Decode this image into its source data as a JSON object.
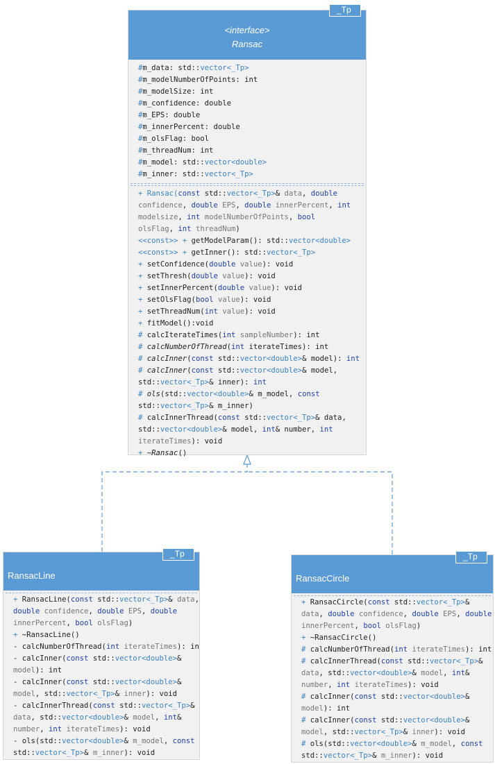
{
  "ransac": {
    "template_param": "_Tp",
    "stereotype": "<interface>",
    "name": "Ransac",
    "attributes": [
      "#m_data: std::vector<_Tp>",
      "#m_modelNumberOfPoints: int",
      "#m_modelSize: int",
      "#m_confidence: double",
      "#m_EPS: double",
      "#m_innerPercent: double",
      "#m_olsFlag: bool",
      "#m_threadNum: int",
      "#m_model: std::vector<double>",
      "#m_inner: std::vector<_Tp>"
    ],
    "methods": [
      "+ Ransac(const std::vector<_Tp>& data, double",
      "confidence, double EPS, double innerPercent, int",
      "modelsize, int modelNumberOfPoints, bool",
      "olsFlag, int threadNum)",
      "<<const>> + getModelParam(): std::vector<double>",
      "<<const>> + getInner(): std::vector<_Tp>",
      "+ setConfidence(double value): void",
      "+ setThresh(double value): void",
      "+ setInnerPercent(double value): void",
      "+ setOlsFlag(bool value): void",
      "+ setThreadNum(int value): void",
      "+ fitModel():void",
      "# calcIterateTimes(int sampleNumber): int",
      "# calcNumberOfThread(int iterateTimes): int",
      "# calcInner(const std::vector<double>& model): int",
      "# calcInner(const  std::vector<double>& model,",
      "std::vector<_Tp>& inner): int",
      "# ols(std::vector<double>& m_model, const",
      "std::vector<_Tp>& m_inner)",
      "# calcInnerThread(const std::vector<_Tp>& data,",
      "std::vector<double>& model, int& number, int",
      "iterateTimes): void",
      "+ ~Ransac()"
    ]
  },
  "ransac_line": {
    "template_param": "_Tp",
    "name": "RansacLine",
    "methods": [
      "+ RansacLine(const std::vector<_Tp>& data,",
      "double confidence, double EPS, double",
      "innerPercent, bool olsFlag)",
      "+ ~RansacLine()",
      "- calcNumberOfThread(int iterateTimes): int",
      "- calcInner(const std::vector<double>&",
      "model): int",
      "- calcInner(const  std::vector<double>&",
      "model, std::vector<_Tp>& inner): void",
      "- calcInnerThread(const std::vector<_Tp>&",
      "data, std::vector<double>& model, int&",
      "number, int iterateTimes): void",
      "- ols(std::vector<double>& m_model, const",
      "std::vector<_Tp>& m_inner): void"
    ]
  },
  "ransac_circle": {
    "template_param": "_Tp",
    "name": "RansacCircle",
    "methods": [
      "+ RansacCircle(const std::vector<_Tp>&",
      "data, double confidence, double EPS, double",
      "innerPercent, bool olsFlag)",
      "+ ~RansacCircle()",
      "# calcNumberOfThread(int iterateTimes): int",
      "# calcInnerThread(const std::vector<_Tp>&",
      "data, std::vector<double>& model, int&",
      "number, int iterateTimes): void",
      "# calcInner(const std::vector<double>&",
      "model): int",
      "# calcInner(const  std::vector<double>&",
      "model, std::vector<_Tp>& inner): void",
      "# ols(std::vector<double>& m_model, const",
      "std::vector<_Tp>& m_inner): void"
    ]
  },
  "colors": {
    "header": "#5b9bd5",
    "body": "#f1f1f1",
    "keyword": "#1c3fae",
    "type": "#3a83c4",
    "connector": "#5b9bd5"
  }
}
